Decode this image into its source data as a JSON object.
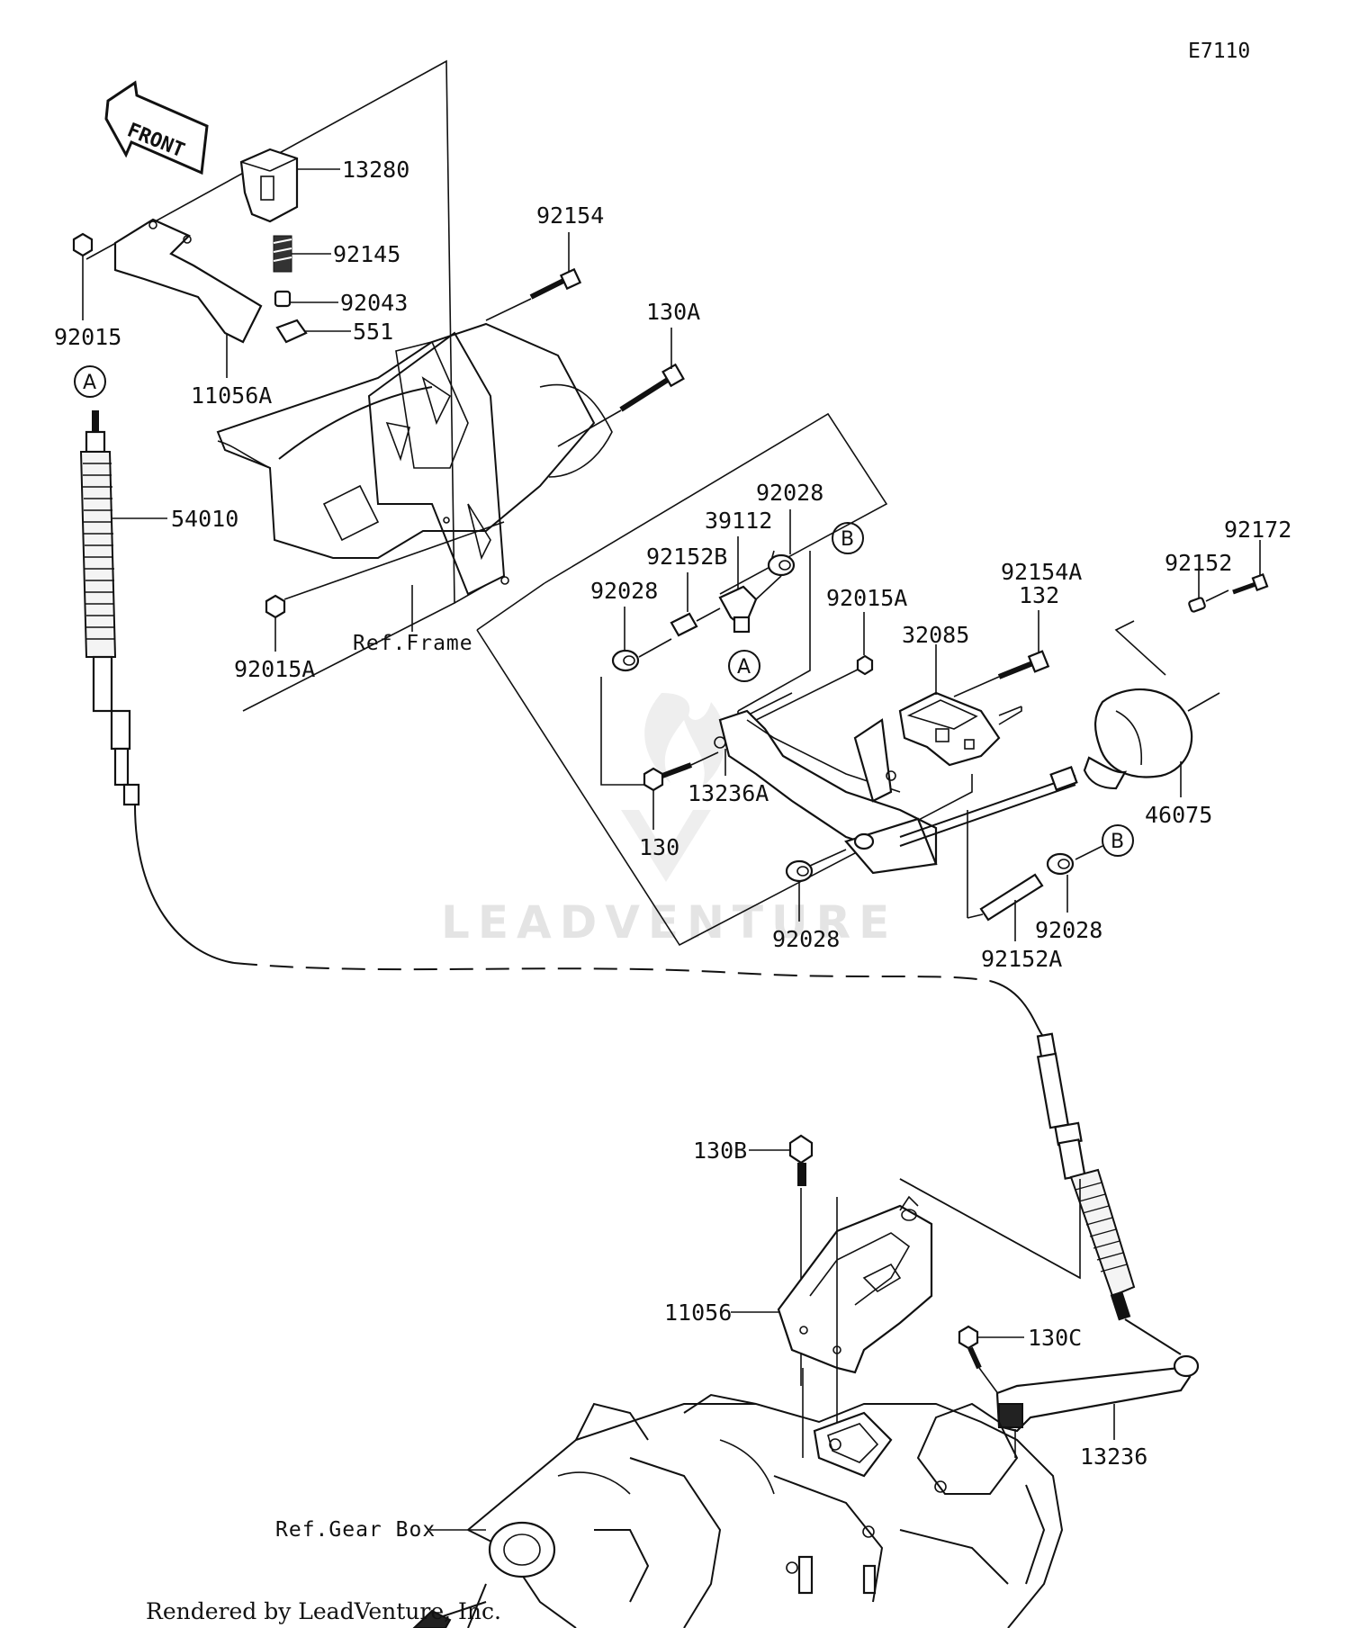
{
  "diagram_id": "E7110",
  "front_label": "FRONT",
  "watermark": "LEADVENTURE",
  "credit": "Rendered by LeadVenture, Inc.",
  "references": {
    "frame": "Ref.Frame",
    "gear_box": "Ref.Gear Box"
  },
  "callout_markers": {
    "a": "A",
    "b": "B"
  },
  "parts": {
    "p13280": "13280",
    "p92145": "92145",
    "p92043": "92043",
    "p551": "551",
    "p92015": "92015",
    "p11056A": "11056A",
    "p54010": "54010",
    "p92154": "92154",
    "p130A": "130A",
    "p92015A_left": "92015A",
    "p92028_top": "92028",
    "p39112": "39112",
    "p92152B": "92152B",
    "p92028_mid": "92028",
    "p92015A_mid": "92015A",
    "p92154A": "92154A",
    "p132": "132",
    "p32085": "32085",
    "p92152": "92152",
    "p92172": "92172",
    "p46075": "46075",
    "p13236A": "13236A",
    "p130": "130",
    "p92028_low": "92028",
    "p92152A": "92152A",
    "p92028_right": "92028",
    "p130B": "130B",
    "p11056": "11056",
    "p130C": "130C",
    "p13236": "13236"
  }
}
